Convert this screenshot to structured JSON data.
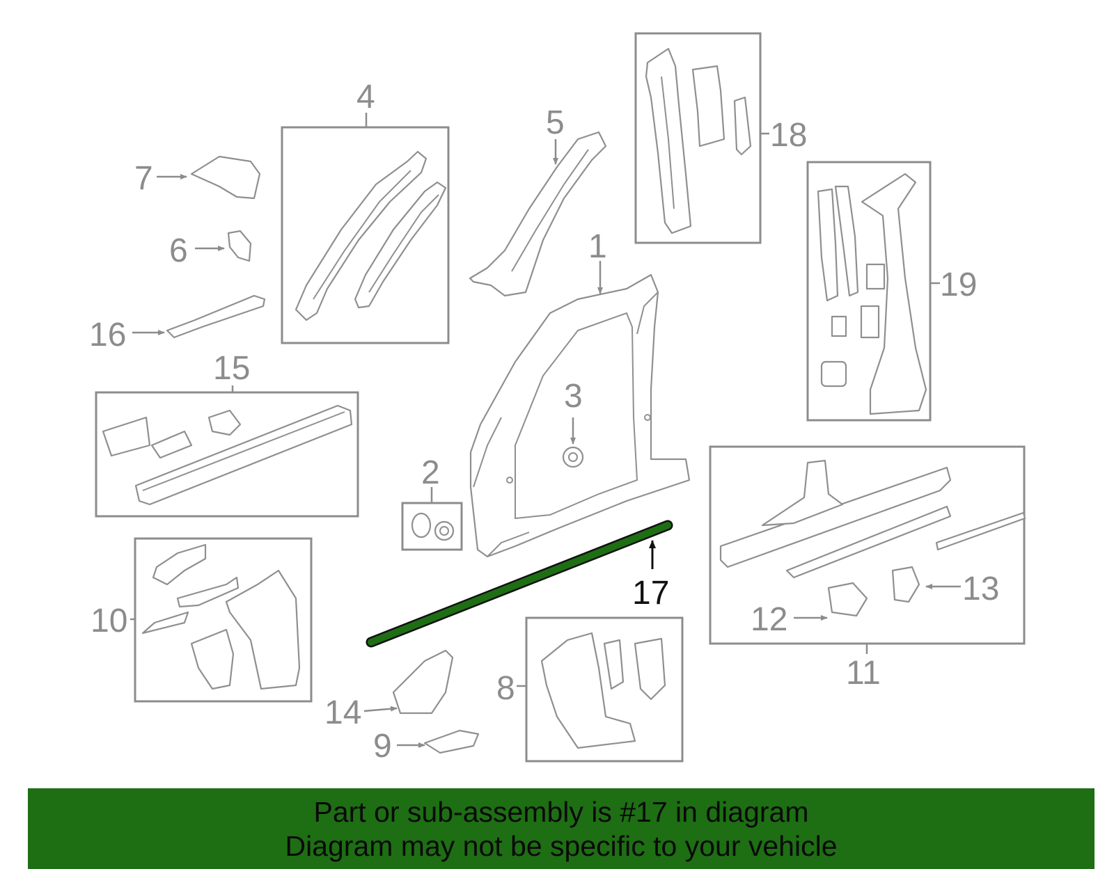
{
  "diagram": {
    "highlight_part": "17",
    "highlight_color": "#1e6e14",
    "callouts": [
      "1",
      "2",
      "3",
      "4",
      "5",
      "6",
      "7",
      "8",
      "9",
      "10",
      "11",
      "12",
      "13",
      "14",
      "15",
      "16",
      "17",
      "18",
      "19"
    ]
  },
  "banner": {
    "line1": "Part or sub-assembly is #17 in diagram",
    "line2": "Diagram may not be specific to your vehicle",
    "color": "#1e6e14"
  }
}
